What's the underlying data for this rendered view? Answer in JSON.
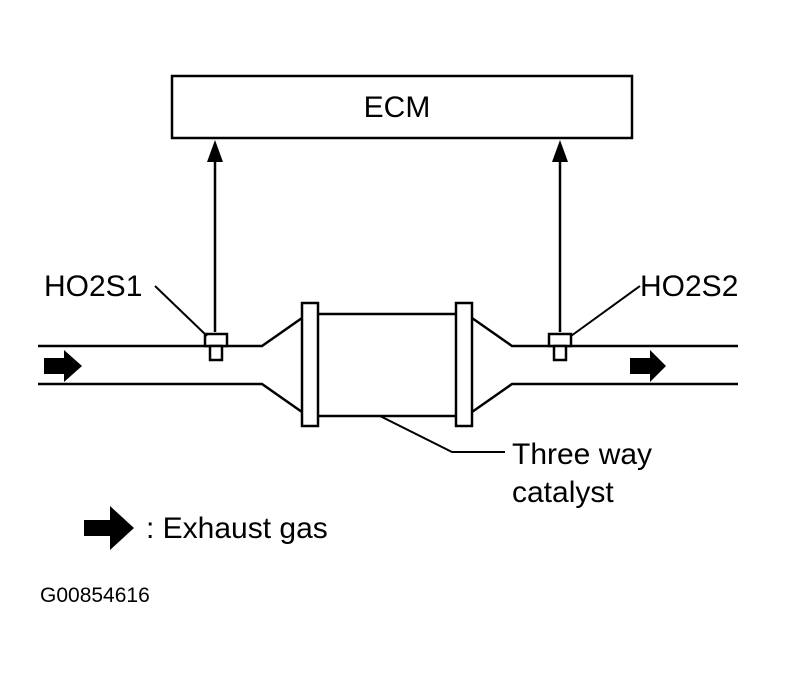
{
  "ecm": {
    "label": "ECM"
  },
  "sensors": {
    "upstream": {
      "label": "HO2S1"
    },
    "downstream": {
      "label": "HO2S2"
    }
  },
  "catalyst": {
    "label_line1": "Three way",
    "label_line2": "catalyst"
  },
  "legend": {
    "text": ": Exhaust gas",
    "icon": "right-arrow-icon"
  },
  "figure_code": "G00854616"
}
